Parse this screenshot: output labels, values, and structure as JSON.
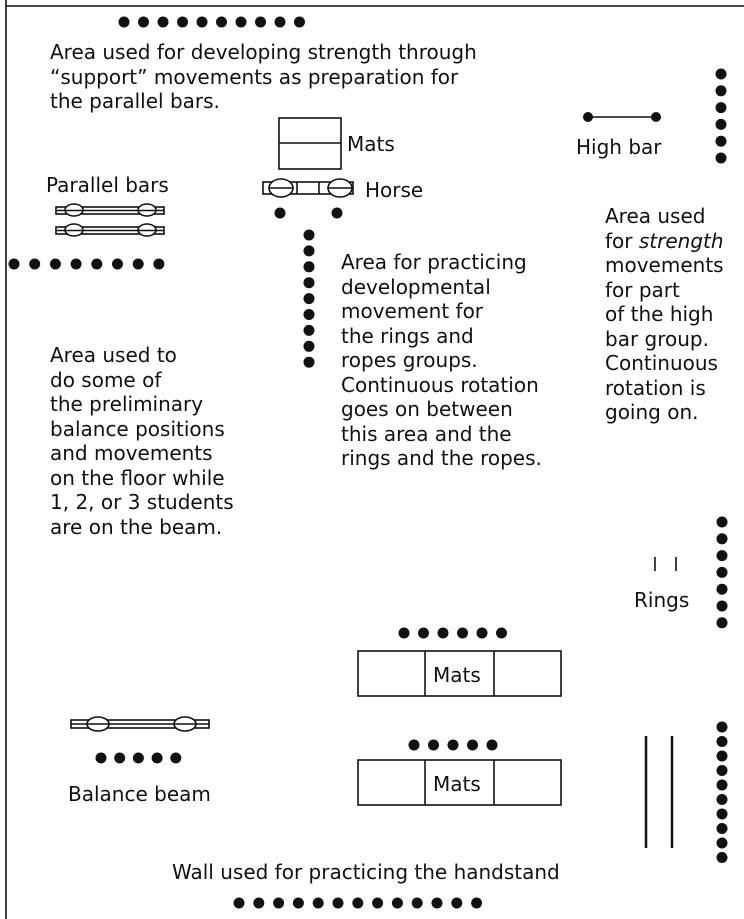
{
  "texts": {
    "support_area": [
      "Area used for developing strength through",
      "“support” movements as preparation for",
      "the parallel bars."
    ],
    "mats_top": "Mats",
    "horse": "Horse",
    "high_bar": "High bar",
    "parallel_bars": "Parallel bars",
    "strength_area": {
      "line1": "Area used",
      "line2_prefix": "for ",
      "line2_emph": "strength",
      "rest": [
        "movements",
        "for part",
        "of the high",
        "bar group.",
        "Continuous",
        "rotation is",
        "going on."
      ]
    },
    "rings_ropes_area": [
      "Area for practicing",
      "developmental",
      "movement for",
      "the rings and",
      "ropes groups.",
      "Continuous rotation",
      "goes on between",
      "this area and the",
      "rings and the ropes."
    ],
    "balance_area": [
      "Area used to",
      "do some of",
      "the preliminary",
      "balance positions",
      "and movements",
      "on the floor while",
      "1, 2, or 3 students",
      "are on the beam."
    ],
    "rings": "Rings",
    "mats_mid": "Mats",
    "mats_low": "Mats",
    "balance_beam": "Balance beam",
    "wall": "Wall used for practicing the handstand"
  },
  "colors": {
    "ink": "#111111",
    "background": "#ffffff"
  }
}
